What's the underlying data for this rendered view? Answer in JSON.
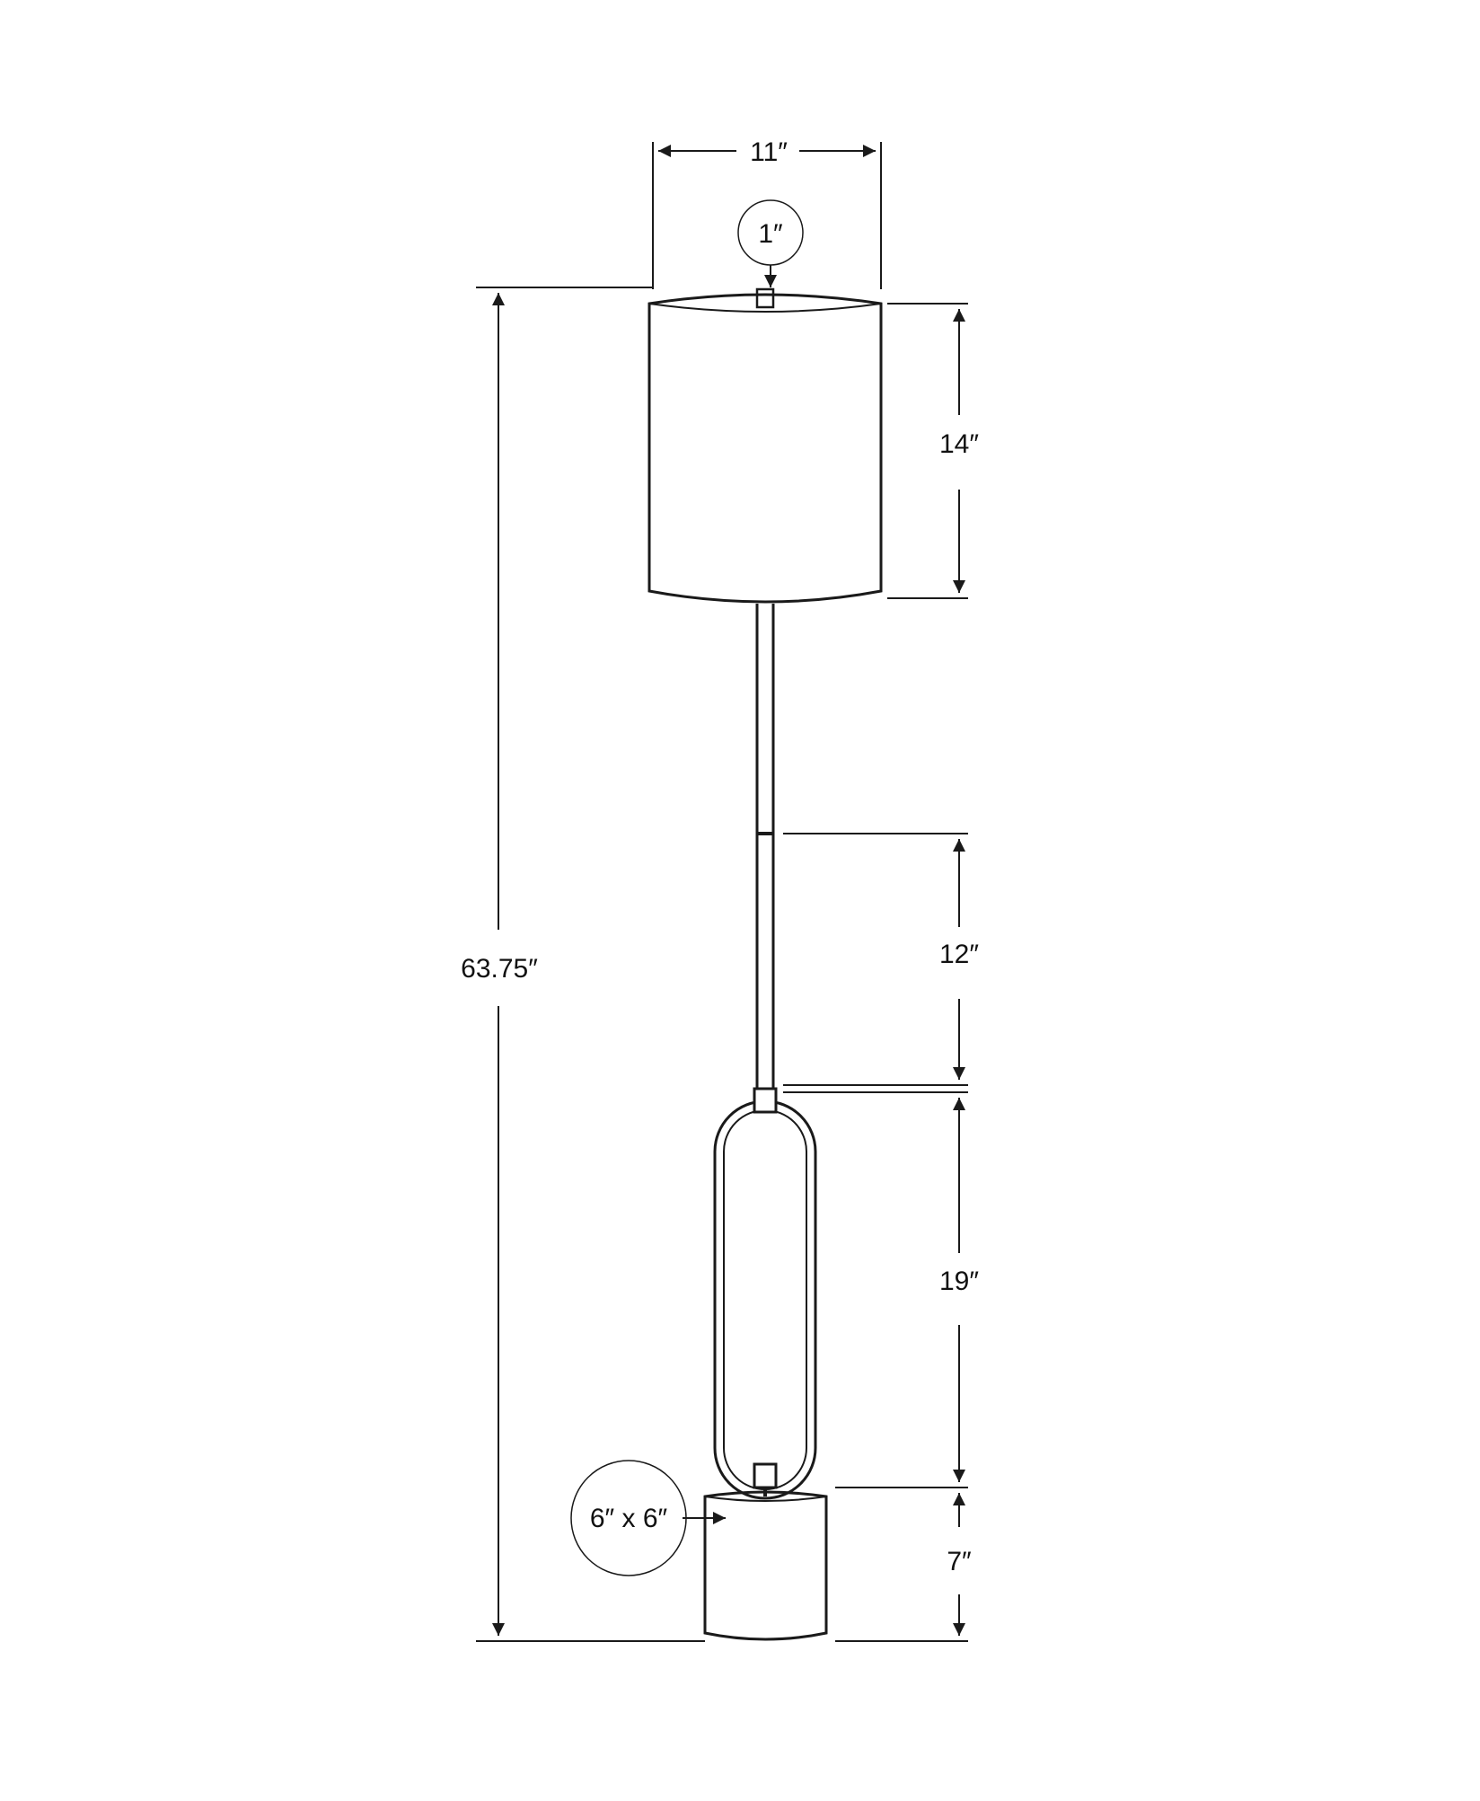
{
  "diagram": {
    "dimensions": {
      "shade_width": "11″",
      "finial": "1″",
      "shade_height": "14″",
      "overall_height": "63.75″",
      "upper_pole": "12″",
      "loop": "19″",
      "base_footprint": "6″ x 6″",
      "base_height": "7″"
    },
    "colors": {
      "line": "#1a1a1a",
      "background": "#ffffff"
    }
  }
}
